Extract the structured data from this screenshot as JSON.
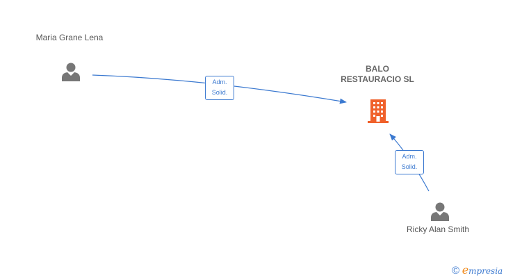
{
  "diagram": {
    "nodes": [
      {
        "id": "maria",
        "kind": "person",
        "name": "Maria Grane Lena"
      },
      {
        "id": "balo",
        "kind": "company",
        "name": "BALO RESTAURACIO SL"
      },
      {
        "id": "ricky",
        "kind": "person",
        "name": "Ricky Alan Smith"
      }
    ],
    "edges": [
      {
        "from": "maria",
        "to": "balo",
        "label_line1": "Adm.",
        "label_line2": "Solid."
      },
      {
        "from": "ricky",
        "to": "balo",
        "label_line1": "Adm.",
        "label_line2": "Solid."
      }
    ]
  },
  "colors": {
    "edge": "#3b79d0",
    "person_icon": "#777777",
    "company_icon": "#f0612b",
    "brand_accent": "#f08a1c"
  },
  "branding": {
    "copyright_symbol": "©",
    "logo_first_letter": "e",
    "logo_rest": "mpresia"
  }
}
